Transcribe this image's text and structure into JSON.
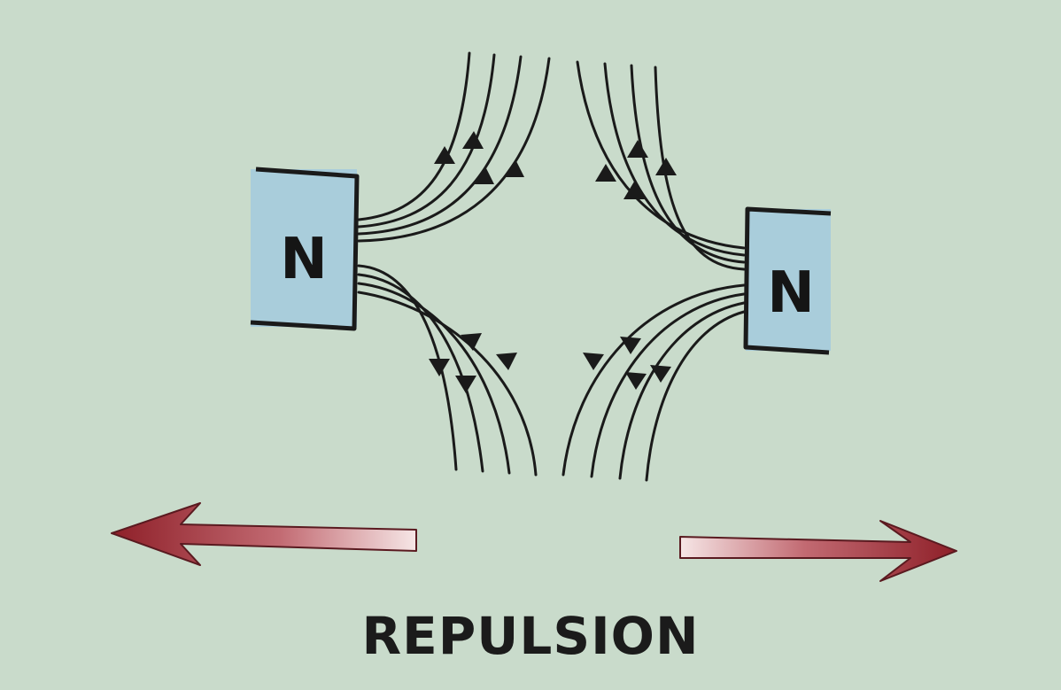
{
  "diagram": {
    "title": "REPULSION",
    "magnets": [
      {
        "id": "left",
        "pole_label": "N"
      },
      {
        "id": "right",
        "pole_label": "N"
      }
    ],
    "colors": {
      "background": "#c9dbcb",
      "magnet_fill": "#a9cddb",
      "magnet_border": "#1a1a1a",
      "field_line": "#1a1a1a",
      "arrow_dark": "#8e1f28",
      "arrow_light": "#f3dcdc"
    },
    "force_arrows": [
      {
        "direction": "left",
        "icon": "arrow-left-icon"
      },
      {
        "direction": "right",
        "icon": "arrow-right-icon"
      }
    ]
  }
}
